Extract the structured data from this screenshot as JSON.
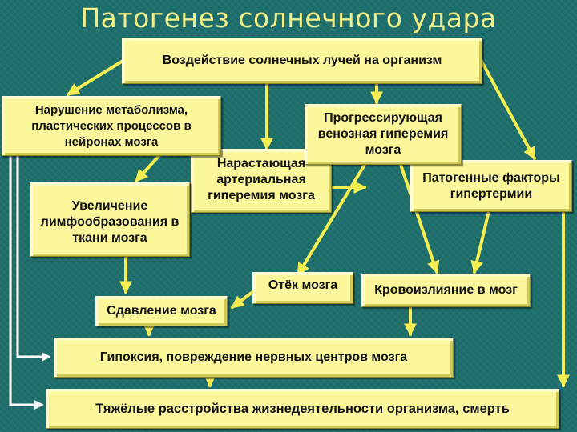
{
  "title": "Патогенез солнечного удара",
  "nodes": {
    "sun_exposure": "Воздействие солнечных лучей на организм",
    "metabolism": "Нарушение метаболизма, пластических процессов в нейронах мозга",
    "arterial": "Нарастающая артериальная гиперемия мозга",
    "venous": "Прогрессирующая венозная гиперемия мозга",
    "hyperthermia": "Патогенные факторы гипертермии",
    "lymph": "Увеличение лимфообразования в ткани мозга",
    "edema": "Отёк мозга",
    "hemorrhage": "Кровоизлияние в мозг",
    "compression": "Сдавление мозга",
    "hypoxia": "Гипоксия, повреждение нервных центров мозга",
    "severe": "Тяжёлые расстройства жизнедеятельности организма, смерть"
  },
  "colors": {
    "background": "#1d6f6c",
    "box_fill": "#fbf79a",
    "arrow": "#f4ee52",
    "left_line": "#ffffff",
    "title": "#f2ef86"
  }
}
